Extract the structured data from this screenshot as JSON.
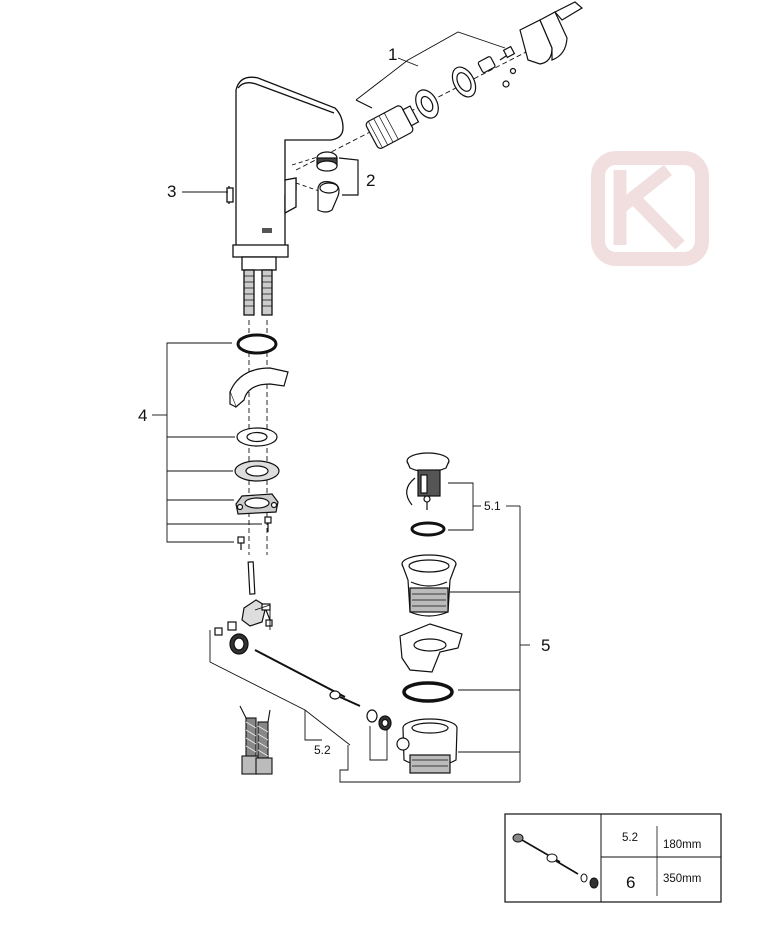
{
  "callouts": {
    "c1": "1",
    "c2": "2",
    "c3": "3",
    "c4": "4",
    "c5": "5",
    "c51": "5.1",
    "c52": "5.2"
  },
  "table": {
    "rows": [
      {
        "code": "5.2",
        "length": "180mm"
      },
      {
        "code": "6",
        "length": "350mm"
      }
    ]
  },
  "watermark": {
    "icon": "brand-k-logo-icon",
    "color": "#f0dede"
  }
}
